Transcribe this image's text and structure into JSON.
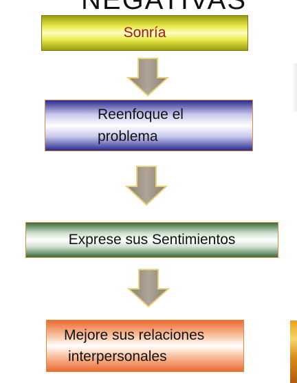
{
  "slide": {
    "title_fragment": "NEGATIVAS"
  },
  "steps": [
    {
      "lines": [
        "Sonría"
      ]
    },
    {
      "lines": [
        "Reenfoque el",
        "problema"
      ]
    },
    {
      "lines": [
        "Exprese sus Sentimientos"
      ]
    },
    {
      "lines": [
        "Mejore sus relaciones",
        "interpersonales"
      ]
    }
  ],
  "colors": {
    "step1": "#e9e94a",
    "step1_text": "#a0181a",
    "step2": "#2a2a8e",
    "step3": "#3b6b3b",
    "step4": "#ec6a30",
    "arrow": "#9a8e80",
    "arrow_outline": "#e6d47a",
    "box_border": "#d98a3a"
  },
  "arrow_icon": "down-arrow-icon"
}
